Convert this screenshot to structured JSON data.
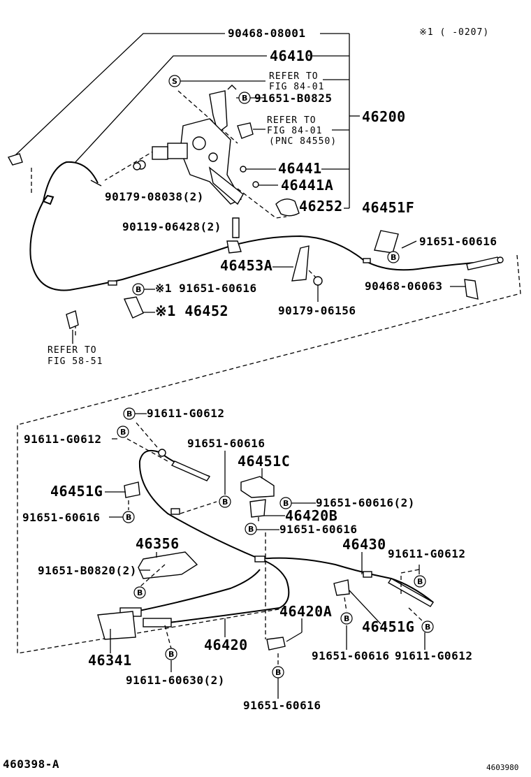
{
  "top_note": "※1 (     -0207)",
  "footer_left": "460398-A",
  "footer_right": "4603980",
  "upper_labels": {
    "p90468_08001": "90468-08001",
    "p46410": "46410",
    "refer_84_01_a_1": "REFER TO",
    "refer_84_01_a_2": "FIG 84-01",
    "p91651_b0825": "91651-B0825",
    "p46200": "46200",
    "refer_84_01_b_1": "REFER TO",
    "refer_84_01_b_2": "FIG 84-01",
    "refer_84_01_b_3": "(PNC 84550)",
    "p46441": "46441",
    "p90179_08038": "90179-08038(2)",
    "p46441a": "46441A",
    "p46252": "46252",
    "p46451f": "46451F",
    "p90119_06428": "90119-06428(2)",
    "p91651_60616_a": "91651-60616",
    "p46453a": "46453A",
    "p90468_06063": "90468-06063",
    "p91651_60616_b": "※1 91651-60616",
    "p46452": "※1 46452",
    "p90179_06156": "90179-06156",
    "refer_58_51_1": "REFER TO",
    "refer_58_51_2": "FIG 58-51"
  },
  "lower_labels": {
    "p91611_g0612_a": "91611-G0612",
    "p91611_g0612_b": "91611-G0612",
    "p91651_60616_c": "91651-60616",
    "p46451c": "46451C",
    "p46451g_a": "46451G",
    "p91651_60616_2": "91651-60616(2)",
    "p91651_60616_d": "91651-60616",
    "p46420b": "46420B",
    "p91651_60616_e": "91651-60616",
    "p46356": "46356",
    "p46430": "46430",
    "p91611_g0612_c": "91611-G0612",
    "p91651_b0820": "91651-B0820(2)",
    "p46420a": "46420A",
    "p46451g_b": "46451G",
    "p46341": "46341",
    "p46420": "46420",
    "p91651_60616_f": "91651-60616",
    "p91611_g0612_d": "91611-G0612",
    "p91611_60630": "91611-60630(2)",
    "p91651_60616_g": "91651-60616"
  },
  "symbols": {
    "b": "B",
    "s": "S"
  }
}
